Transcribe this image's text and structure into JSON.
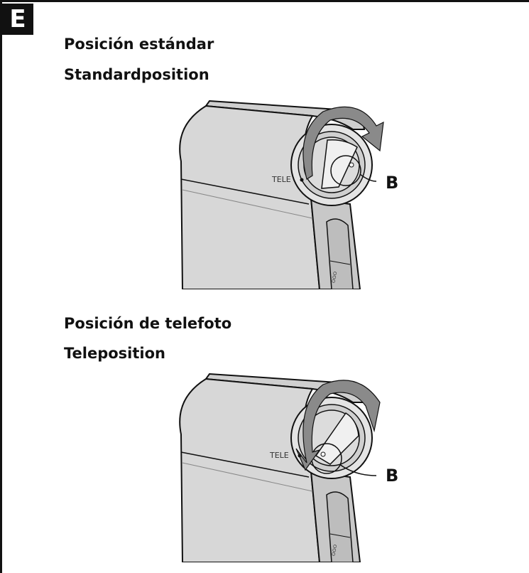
{
  "section": {
    "badge": "E"
  },
  "figures": [
    {
      "title_es": "Posición estándar",
      "title_de": "Standardposition",
      "tele_label": "TELE",
      "callout": "B",
      "device_label": "ᴼᴼᴼ"
    },
    {
      "title_es": "Posición de telefoto",
      "title_de": "Teleposition",
      "tele_label": "TELE",
      "callout": "B",
      "device_label": "ᴼᴼᴼ"
    }
  ],
  "colors": {
    "device_fill": "#d7d7d7",
    "device_dark": "#a9a9a9",
    "arrow": "#8a8a8a",
    "line": "#111111"
  }
}
